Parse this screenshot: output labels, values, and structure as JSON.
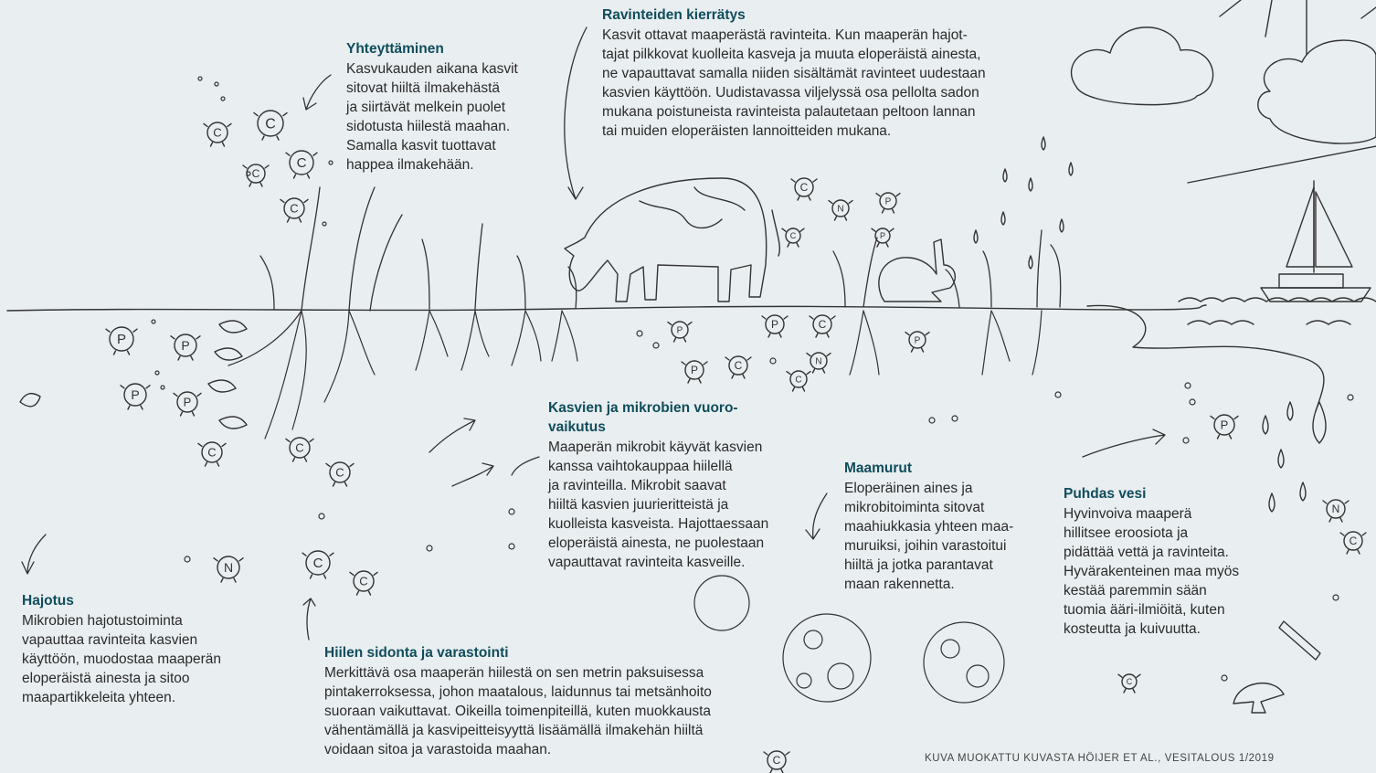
{
  "sections": {
    "ravinteiden_kierratys": {
      "title": "Ravinteiden kierrätys",
      "text": "Kasvit ottavat maaperästä ravinteita. Kun maaperän hajot-\ntajat pilkkovat kuolleita kasveja ja muuta eloperäistä ainesta,\nne vapauttavat samalla niiden sisältämät ravinteet uudestaan\nkasvien käyttöön. Uudistavassa viljelyssä osa pellolta sadon\nmukana poistuneista ravinteista palautetaan peltoon lannan\ntai muiden eloperäisten lannoitteiden mukana."
    },
    "yhteyttaminen": {
      "title": "Yhteyttäminen",
      "text": "Kasvukauden aikana kasvit\nsitovat hiiltä ilmakehästä\nja siirtävät melkein puolet\nsidotusta hiilestä maahan.\nSamalla kasvit tuottavat\nhappea ilmakehään."
    },
    "vuorovaikutus": {
      "title": "Kasvien ja mikrobien vuoro-\nvaikutus",
      "text": "Maaperän mikrobit käyvät kasvien\nkanssa vaihtokauppaa hiilellä\nja ravinteilla. Mikrobit saavat\nhiiltä kasvien juurieritteistä ja\nkuolleista kasveista. Hajottaessaan\neloperäistä ainesta, ne puolestaan\nvapauttavat ravinteita kasveille."
    },
    "maamurut": {
      "title": "Maamurut",
      "text": "Eloperäinen aines ja\nmikrobitoiminta sitovat\nmaahiukkasia yhteen maa-\nmuruiksi, joihin varastoitui\nhiiltä ja jotka parantavat\nmaan rakennetta."
    },
    "puhdas_vesi": {
      "title": "Puhdas vesi",
      "text": "Hyvinvoiva maaperä\nhillitsee eroosiota ja\npidättää vettä ja ravinteita.\nHyvärakenteinen maa myös\nkestää paremmin sään\ntuomia ääri-ilmiöitä, kuten\nkosteutta ja kuivuutta."
    },
    "hajotus": {
      "title": "Hajotus",
      "text": "Mikrobien hajotustoiminta\nvapauttaa ravinteita kasvien\nkäyttöön, muodostaa maaperän\neloperäistä ainesta ja sitoo\nmaapartikkeleita yhteen."
    },
    "hiilen_sidonta": {
      "title": "Hiilen sidonta ja varastointi",
      "text": "Merkittävä osa maaperän hiilestä on sen metrin paksuisessa\npintakerroksessa, johon maatalous, laidunnus tai metsänhoito\nsuoraan vaikuttavat. Oikeilla toimenpiteillä, kuten muokkausta\nvähentämällä ja kasvipeitteisyyttä lisäämällä ilmakehän hiiltä\nvoidaan sitoa ja varastoida maahan."
    }
  },
  "credit": "KUVA MUOKATTU KUVASTA HÖIJER ET AL., VESITALOUS 1/2019",
  "microbe_letters": {
    "carbon": "C",
    "phosphorus": "P",
    "nitrogen": "N"
  },
  "colors": {
    "background": "#e9eef0",
    "heading": "#0f4d5c",
    "ink": "#2b2b2b"
  }
}
